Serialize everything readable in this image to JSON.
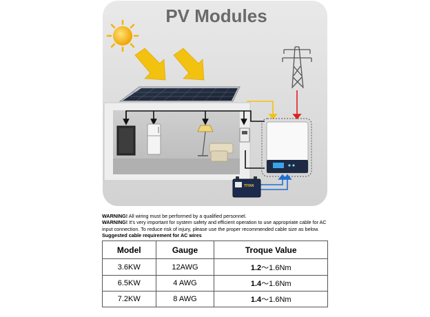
{
  "diagram": {
    "title": "PV Modules",
    "battery_brand": "TITAN"
  },
  "warnings": [
    {
      "label": "WARNING!",
      "text": " All wiring must be performed by a qualified personnel."
    },
    {
      "label": "WARNING!",
      "text": " It's very important for system safety and efficient operation to use appropriate cable for AC input connection. To reduce risk of injury, please use the proper recommended cable size as below."
    }
  ],
  "table_caption": "Suggested cable requirement for AC wires",
  "table": {
    "headers": [
      "Model",
      "Gauge",
      "Troque Value"
    ],
    "rows": [
      {
        "model": "3.6KW",
        "gauge": "12AWG",
        "torque_min": "1.2",
        "torque_rest": "～1.6Nm"
      },
      {
        "model": "6.5KW",
        "gauge": "4 AWG",
        "torque_min": "1.4",
        "torque_rest": "～1.6Nm"
      },
      {
        "model": "7.2KW",
        "gauge": "8 AWG",
        "torque_min": "1.4",
        "torque_rest": "～1.6Nm"
      }
    ]
  },
  "colors": {
    "panel_bg": "#dcdcdc",
    "sun": "#f5b50f",
    "arrow": "#f3c110",
    "grid_wire": "#e02020",
    "battery_wire": "#1f6fd1",
    "house_wire": "#111111"
  }
}
